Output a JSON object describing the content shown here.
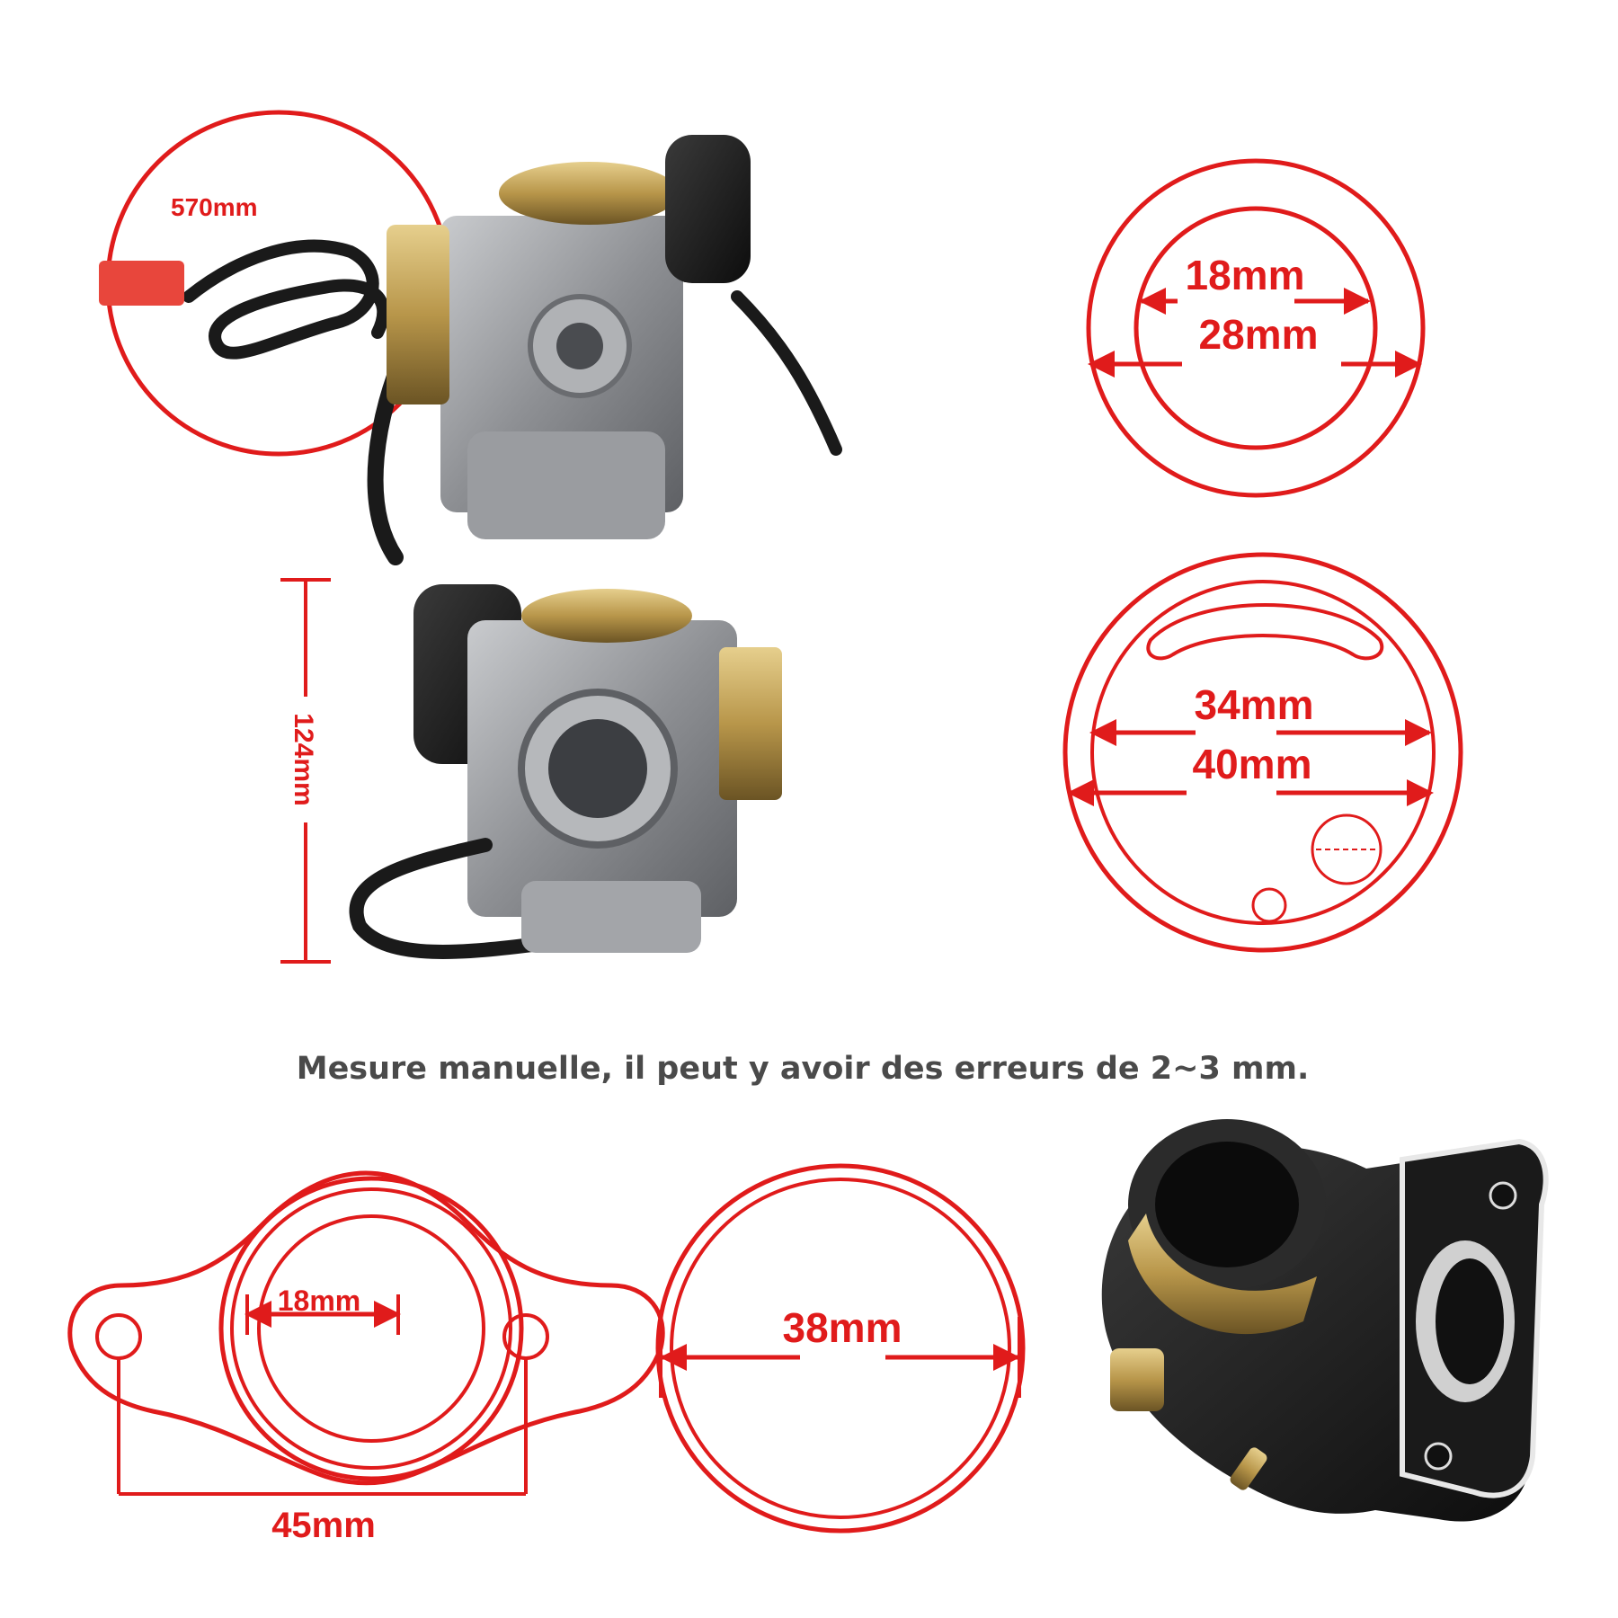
{
  "colors": {
    "accent": "#e01b1b",
    "note_text": "#4a4a4a",
    "metal": "#8e9094",
    "rubber": "#1c1c1c",
    "brass": "#b8964a"
  },
  "carb_top": {
    "wire_length": "570mm",
    "image": "carburetor-side-view"
  },
  "carb_bottom": {
    "height": "124mm",
    "image": "carburetor-front-view"
  },
  "ring_outlet": {
    "inner": "18mm",
    "outer": "28mm"
  },
  "flange_inlet": {
    "inner": "34mm",
    "outer": "40mm"
  },
  "note": "Mesure manuelle, il peut y avoir des erreurs de 2~3 mm.",
  "flange_plate": {
    "bore": "18mm",
    "hole_spacing": "45mm"
  },
  "ring_clamp": {
    "diameter": "38mm"
  },
  "manifold": {
    "image": "intake-manifold-photo"
  }
}
